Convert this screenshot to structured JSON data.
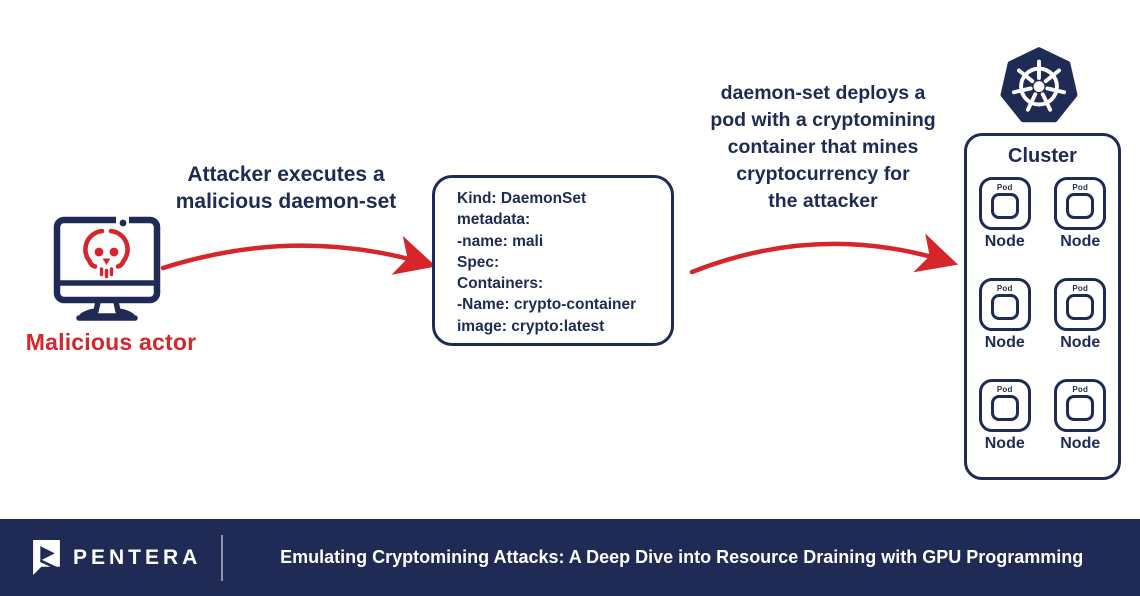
{
  "palette": {
    "navy": "#1f2b54",
    "red": "#d7252c",
    "white": "#ffffff"
  },
  "diagram": {
    "actor": {
      "label": "Malicious actor"
    },
    "step1_label": "Attacker executes a\nmalicious daemon-set",
    "codebox": {
      "lines": [
        "Kind: DaemonSet",
        "metadata:",
        "-name: mali",
        "Spec:",
        "Containers:",
        "-Name: crypto-container",
        "image: crypto:latest"
      ]
    },
    "step2_label": "daemon-set deploys a\npod with a cryptomining\ncontainer that mines\ncryptocurrency for\nthe attacker",
    "cluster": {
      "title": "Cluster",
      "nodes": [
        {
          "pod": "Pod",
          "label": "Node"
        },
        {
          "pod": "Pod",
          "label": "Node"
        },
        {
          "pod": "Pod",
          "label": "Node"
        },
        {
          "pod": "Pod",
          "label": "Node"
        },
        {
          "pod": "Pod",
          "label": "Node"
        },
        {
          "pod": "Pod",
          "label": "Node"
        }
      ]
    }
  },
  "footer": {
    "brand": "PENTERA",
    "title": "Emulating Cryptomining Attacks: A Deep Dive into Resource Draining with GPU Programming"
  }
}
